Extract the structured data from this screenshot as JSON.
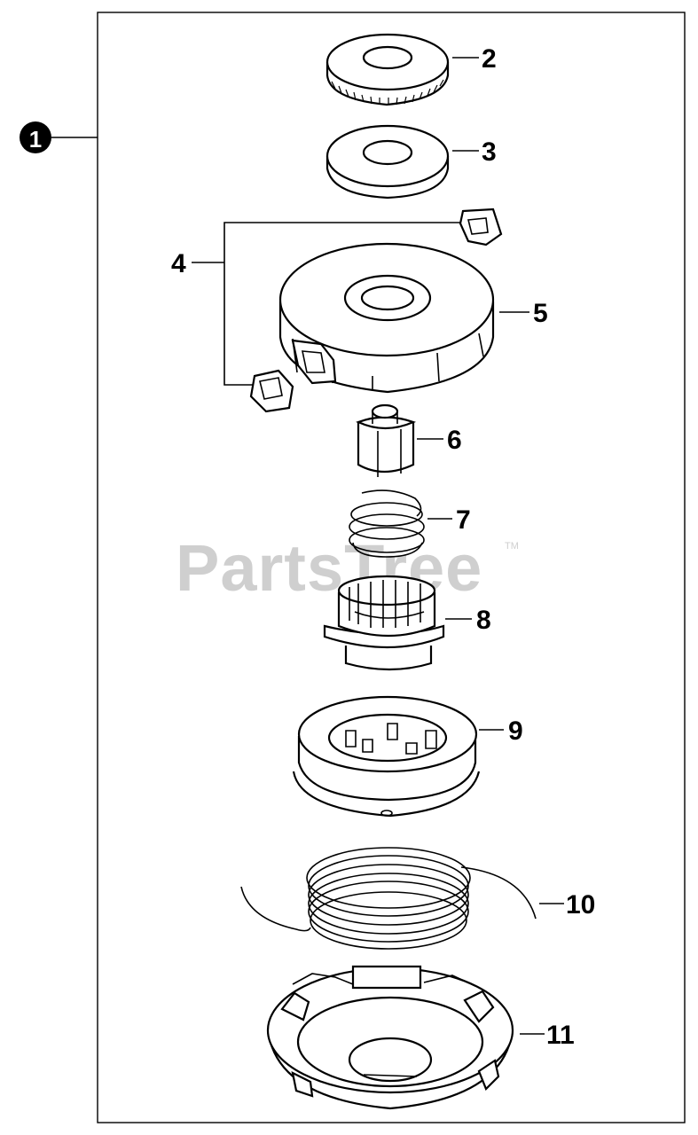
{
  "assembly": {
    "marker_label": "1"
  },
  "watermark": {
    "brand_text": "PartsTree",
    "trademark": "TM"
  },
  "callouts": [
    {
      "id": "2",
      "part": "ring-gear"
    },
    {
      "id": "3",
      "part": "washer"
    },
    {
      "id": "4",
      "part": "eyelets"
    },
    {
      "id": "5",
      "part": "head-cover"
    },
    {
      "id": "6",
      "part": "hex-bushing"
    },
    {
      "id": "7",
      "part": "spring"
    },
    {
      "id": "8",
      "part": "ratchet"
    },
    {
      "id": "9",
      "part": "spool"
    },
    {
      "id": "10",
      "part": "trimmer-line"
    },
    {
      "id": "11",
      "part": "housing-base"
    }
  ]
}
